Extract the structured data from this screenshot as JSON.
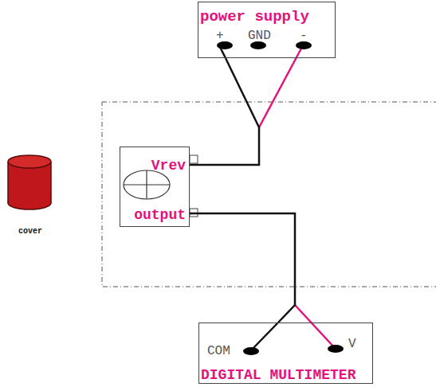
{
  "diagram": {
    "nodes": [
      {
        "text": [
          "power supply"
        ]
      },
      {
        "text": [
          "Vrev",
          "output"
        ]
      },
      {
        "text": [
          "DIGITAL MULTIMETER"
        ]
      }
    ],
    "edges": [
      {
        "from": 0,
        "to": 1,
        "arrow": "none"
      },
      {
        "from": 1,
        "to": 2,
        "arrow": "none"
      }
    ],
    "labels": [
      "+",
      "GND",
      "-",
      "COM",
      "V",
      "cover"
    ]
  }
}
